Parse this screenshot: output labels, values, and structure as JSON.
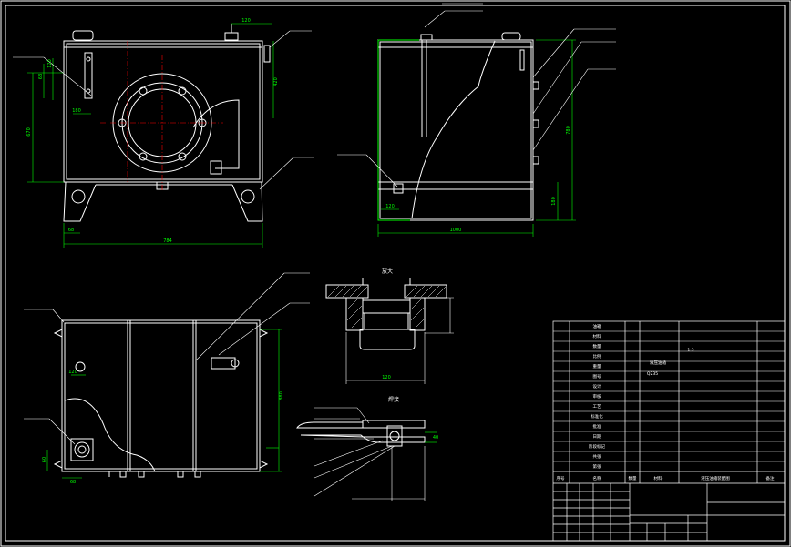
{
  "drawing": {
    "colors": {
      "background": "#000000",
      "outline": "#ffffff",
      "dimension": "#00ff00",
      "centerline": "#ff0000",
      "leader": "#00ffff"
    },
    "dimensions": {
      "front_width": "784",
      "front_bottom_left": "68",
      "front_top_right": "120",
      "front_height_left": "670",
      "front_sub_1": "68",
      "front_sub_2": "120",
      "front_right_small": "420",
      "front_left_small": "180",
      "side_width": "1000",
      "side_height": "780",
      "side_bottom_right": "180",
      "side_bottom_left": "120",
      "plan_mark_1": "120",
      "plan_right_height": "880",
      "plan_left_height": "60",
      "plan_bottom_left": "68",
      "detail_width": "120",
      "detail2_height": "40"
    },
    "section_labels": {
      "detail_top": "放大",
      "detail_mid": "焊接"
    }
  },
  "title_block": {
    "rows": [
      "油箱",
      "材料",
      "数量",
      "比例",
      "重量",
      "图号",
      "设计",
      "审核",
      "工艺",
      "标准化",
      "批准",
      "日期",
      "阶段标记",
      "共张",
      "第张"
    ],
    "mid_entries": [
      "液压油箱",
      "Q235"
    ],
    "right_entries": [
      "1:5"
    ],
    "bottom": {
      "seq": "序号",
      "name": "名称",
      "qty": "数量",
      "material": "材料",
      "remark": "液压油箱装配图",
      "code": "备注"
    }
  }
}
